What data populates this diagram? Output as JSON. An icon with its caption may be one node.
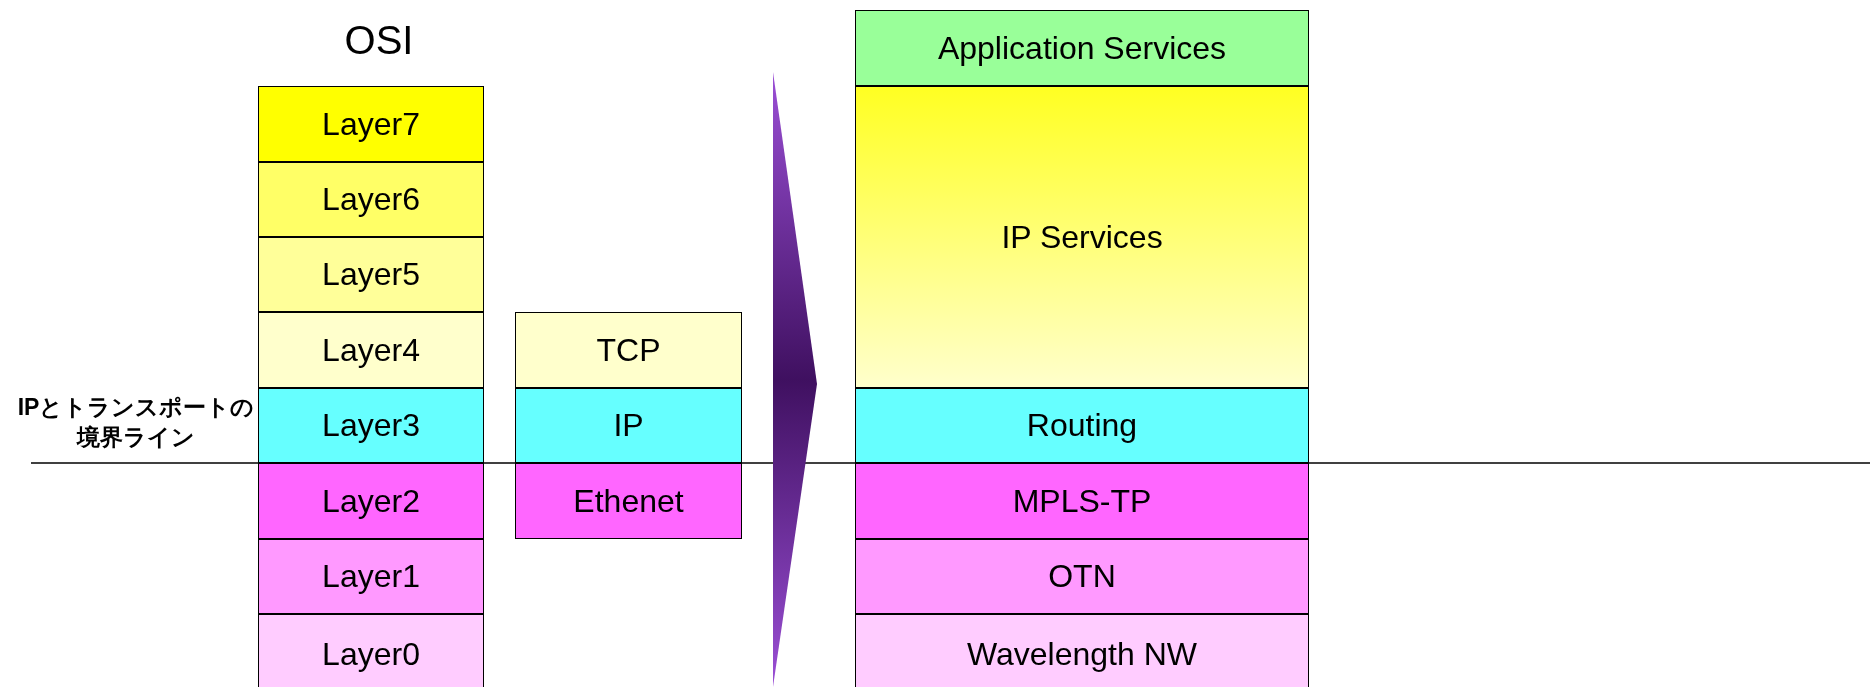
{
  "diagram": {
    "nodes": [
      {
        "text": [
          "Layer7"
        ]
      },
      {
        "text": [
          "Layer6"
        ]
      },
      {
        "text": [
          "Layer5"
        ]
      },
      {
        "text": [
          "Layer4"
        ]
      },
      {
        "text": [
          "Layer3"
        ]
      },
      {
        "text": [
          "Layer2"
        ]
      },
      {
        "text": [
          "Layer1"
        ]
      },
      {
        "text": [
          "Layer0"
        ]
      },
      {
        "text": [
          "TCP"
        ]
      },
      {
        "text": [
          "IP"
        ]
      },
      {
        "text": [
          "Ethenet"
        ]
      },
      {
        "text": [],
        "shape": "chevron"
      },
      {
        "text": [
          "Application Services"
        ]
      },
      {
        "text": [
          "IP Services"
        ]
      },
      {
        "text": [
          "Routing"
        ]
      },
      {
        "text": [
          "MPLS-TP"
        ]
      },
      {
        "text": [
          "OTN"
        ]
      },
      {
        "text": [
          "Wavelength NW"
        ]
      }
    ],
    "labels": [
      "OSI",
      "IPとトランスポートの境界ライン"
    ]
  }
}
